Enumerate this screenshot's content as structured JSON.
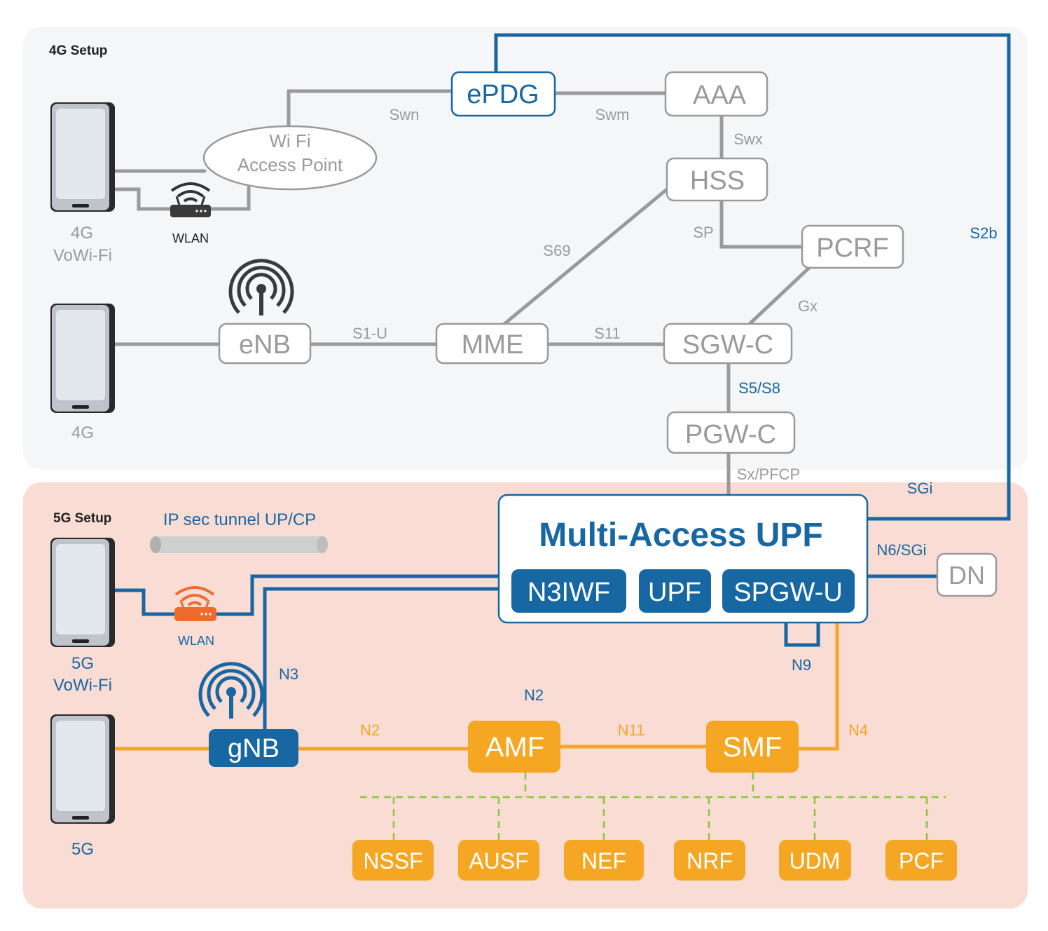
{
  "sections": {
    "setup_4g": "4G Setup",
    "setup_5g": "5G Setup"
  },
  "devices": {
    "vowifi_4g_line1": "4G",
    "vowifi_4g_line2": "VoWi-Fi",
    "lte_4g": "4G",
    "vowifi_5g_line1": "5G",
    "vowifi_5g_line2": "VoWi-Fi",
    "nr_5g": "5G",
    "wlan_4g": "WLAN",
    "wlan_5g": "WLAN"
  },
  "wifi_ap": {
    "line1": "Wi Fi",
    "line2": "Access Point"
  },
  "nodes_4g": {
    "epdg": "ePDG",
    "aaa": "AAA",
    "hss": "HSS",
    "pcrf": "PCRF",
    "enb": "eNB",
    "mme": "MME",
    "sgwc": "SGW-C",
    "pgwc": "PGW-C"
  },
  "interfaces_4g": {
    "swn": "Swn",
    "swm": "Swm",
    "swx": "Swx",
    "sp": "SP",
    "s69": "S69",
    "gx": "Gx",
    "s1u": "S1-U",
    "s11": "S11",
    "s5s8": "S5/S8",
    "sxpfcp": "Sx/PFCP",
    "s2b": "S2b",
    "sgi": "SGi"
  },
  "upf": {
    "title": "Multi-Access UPF",
    "n3iwf": "N3IWF",
    "upf": "UPF",
    "spgwu": "SPGW-U"
  },
  "tunnel_label": "IP sec tunnel UP/CP",
  "dn": "DN",
  "interfaces_5g": {
    "n6sgi": "N6/SGi",
    "n9": "N9",
    "n3": "N3",
    "n2_top": "N2",
    "n2": "N2",
    "n11": "N11",
    "n4": "N4"
  },
  "nodes_5g": {
    "gnb": "gNB",
    "amf": "AMF",
    "smf": "SMF"
  },
  "nf": [
    "NSSF",
    "AUSF",
    "NEF",
    "NRF",
    "UDM",
    "PCF"
  ],
  "colors": {
    "blue": "#1767a3",
    "orange": "#f5a623",
    "gray": "#9a9a9a",
    "bg_4g": "#f5f6f8",
    "bg_5g": "#f9dcd3"
  }
}
